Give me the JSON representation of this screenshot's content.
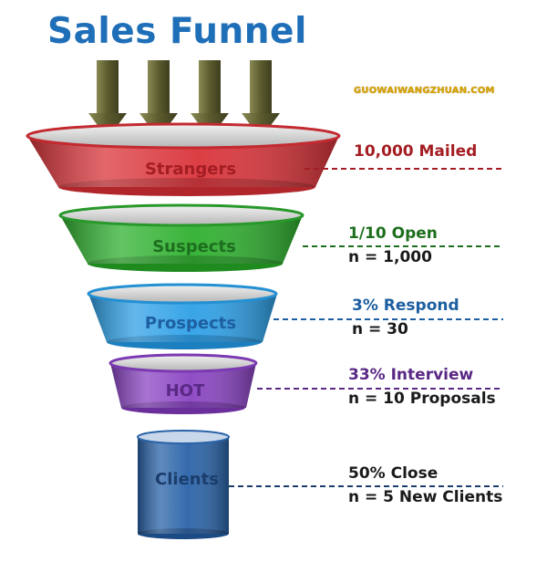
{
  "title": "Sales Funnel",
  "watermark": "GUOWAIWANGZHUAN.COM",
  "stages": [
    {
      "label": "Strangers",
      "annotation": [
        "10,000 Mailed"
      ],
      "color": "#d9343a",
      "text_color": "#a31d22"
    },
    {
      "label": "Suspects",
      "annotation": [
        "1/10 Open",
        "n = 1,000"
      ],
      "color": "#2fb02f",
      "text_color": "#1d6e1d"
    },
    {
      "label": "Prospects",
      "annotation": [
        "3% Respond",
        "n = 30"
      ],
      "color": "#2ea0e6",
      "text_color": "#1d5fa0"
    },
    {
      "label": "HOT",
      "annotation": [
        "33% Interview",
        "n = 10 Proposals"
      ],
      "color": "#8a44c2",
      "text_color": "#5a2885"
    },
    {
      "label": "Clients",
      "annotation": [
        "50% Close",
        "n = 5 New Clients"
      ],
      "color": "#2a63a8",
      "text_color": "#1b3d6c"
    }
  ],
  "colors": {
    "title": "#1f6fb8",
    "arrow": "#6b6b3a",
    "annotation_text": "#1a1a1a"
  },
  "icons": [
    "arrow-down-icon",
    "arrow-down-icon",
    "arrow-down-icon",
    "arrow-down-icon"
  ]
}
